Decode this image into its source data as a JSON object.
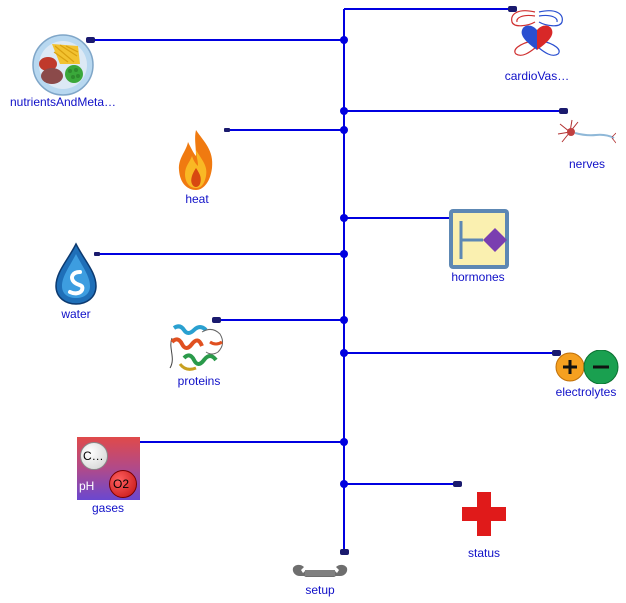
{
  "components": {
    "nutrients": {
      "label": "nutrientsAndMeta…",
      "icon": "food-plate-icon"
    },
    "cardio": {
      "label": "cardioVas…",
      "icon": "heart-lungs-icon"
    },
    "nerves": {
      "label": "nerves",
      "icon": "neuron-icon"
    },
    "heat": {
      "label": "heat",
      "icon": "flame-icon"
    },
    "hormones": {
      "label": "hormones",
      "icon": "hormone-block-icon"
    },
    "water": {
      "label": "water",
      "icon": "water-drop-icon"
    },
    "proteins": {
      "label": "proteins",
      "icon": "protein-ribbon-icon"
    },
    "electrolytes": {
      "label": "electrolytes",
      "icon": "plus-minus-ions-icon"
    },
    "gases": {
      "label": "gases",
      "icon": "gas-bubbles-icon",
      "bubble_c": "C…",
      "bubble_o2": "O2",
      "ph": "pH"
    },
    "status": {
      "label": "status",
      "icon": "red-cross-icon"
    },
    "setup": {
      "label": "setup",
      "icon": "wrench-icon"
    }
  },
  "colors": {
    "wire": "#0000e0",
    "label": "#1010c8",
    "connector": "#1a1a6e"
  }
}
